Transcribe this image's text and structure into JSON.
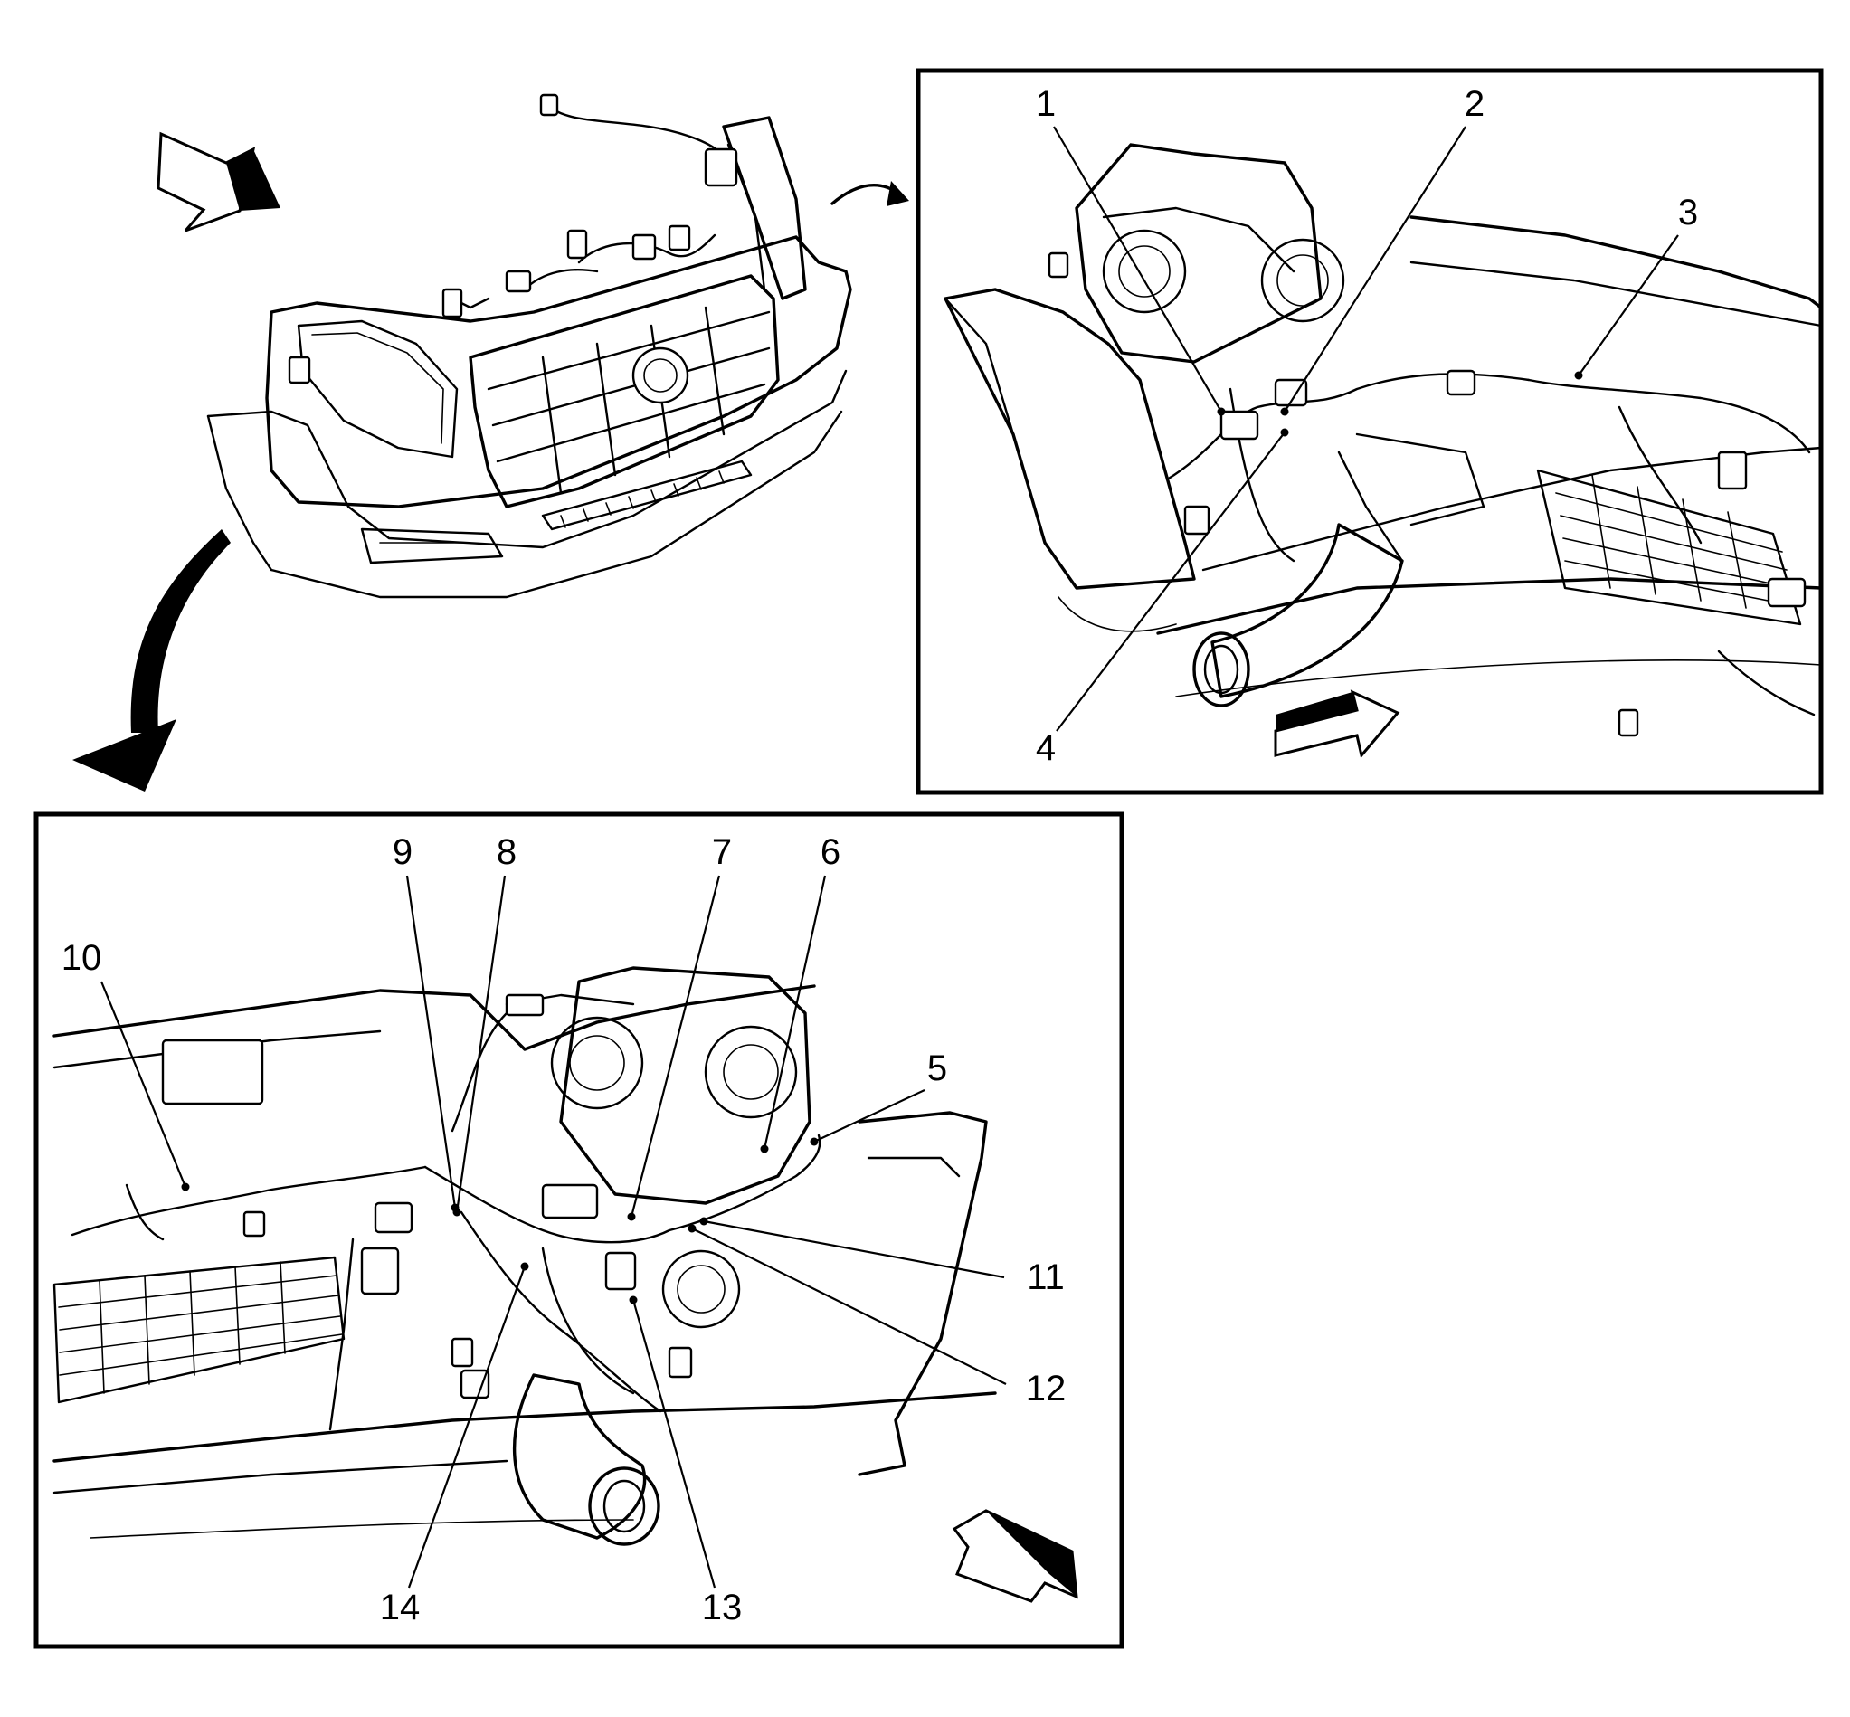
{
  "callouts": [
    {
      "label": "1"
    },
    {
      "label": "2"
    },
    {
      "label": "3"
    },
    {
      "label": "4"
    },
    {
      "label": "5"
    },
    {
      "label": "6"
    },
    {
      "label": "7"
    },
    {
      "label": "8"
    },
    {
      "label": "9"
    },
    {
      "label": "10"
    },
    {
      "label": "11"
    },
    {
      "label": "12"
    },
    {
      "label": "13"
    },
    {
      "label": "14"
    }
  ],
  "colors": {
    "ink": "#000000",
    "paper": "#ffffff"
  }
}
